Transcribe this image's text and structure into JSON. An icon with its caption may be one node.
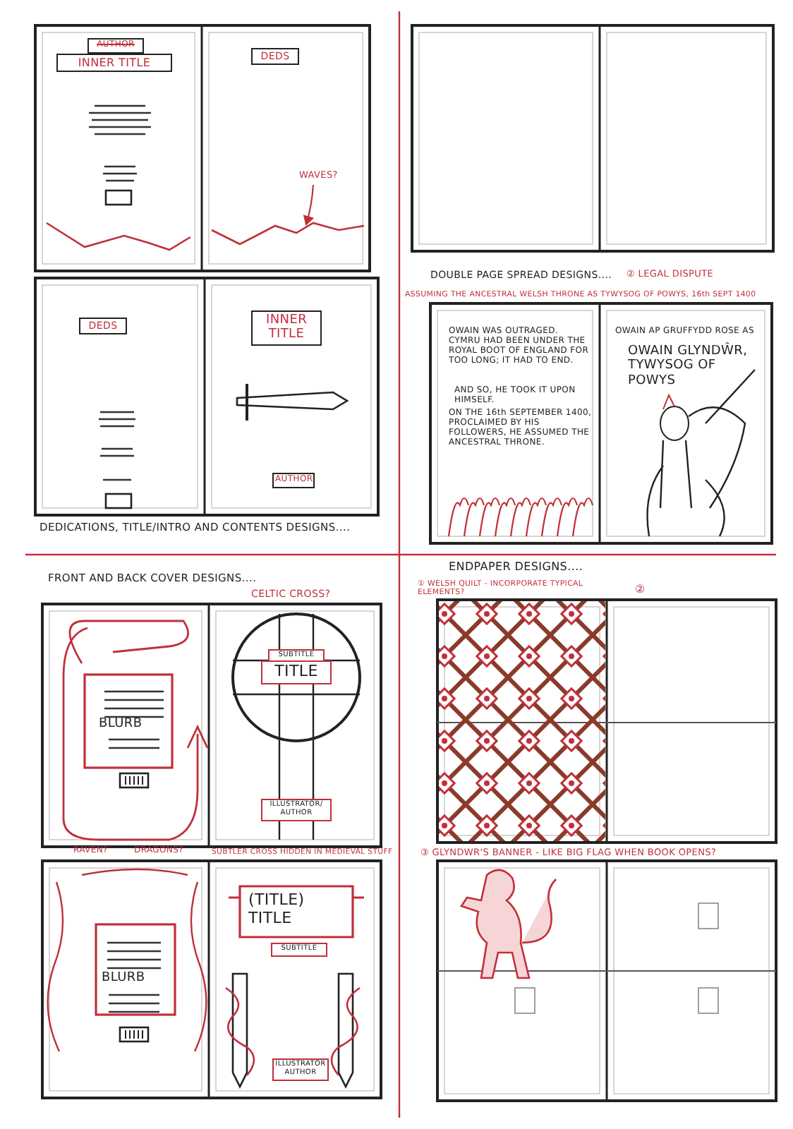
{
  "diagram": {
    "nodes": [
      {
        "text": [
          "WAVES?"
        ]
      },
      {
        "text": [],
        "shape": "wave"
      }
    ],
    "edges": [
      {
        "from": 0,
        "to": 1,
        "arrow": "to"
      }
    ],
    "labels": [
      "AUTHOR",
      "INNER TITLE",
      "DEDS",
      "DEDS",
      "INNER TITLE",
      "AUTHOR",
      "DEDICATIONS, TITLE/INTRO AND CONTENTS DESIGNS....",
      "DOUBLE PAGE SPREAD DESIGNS....",
      "② LEGAL DISPUTE",
      "ASSUMING THE ANCESTRAL WELSH THRONE AS TYWYSOG OF POWYS, 16th SEPT 1400",
      "OWAIN WAS OUTRAGED. CYMRU HAD BEEN UNDER THE ROYAL BOOT OF ENGLAND FOR TOO LONG; IT HAD TO END.",
      "AND SO, HE TOOK IT UPON HIMSELF.",
      "ON THE 16th SEPTEMBER 1400, PROCLAIMED BY HIS FOLLOWERS, HE ASSUMED THE ANCESTRAL THRONE.",
      "OWAIN AP GRUFFYDD ROSE AS",
      "OWAIN GLYNDŴR, TYWYSOG OF POWYS",
      "FRONT AND BACK COVER DESIGNS....",
      "CELTIC CROSS?",
      "BLURB",
      "SUBTITLE",
      "TITLE",
      "ILLUSTRATOR/ AUTHOR",
      "RAVEN?",
      "DRAGONS?",
      "SUBTLER CROSS HIDDEN IN MEDIEVAL STUFF",
      "BLURB",
      "(TITLE) TITLE",
      "SUBTITLE",
      "ILLUSTRATOR AUTHOR",
      "ENDPAPER DESIGNS....",
      "① WELSH QUILT - INCORPORATE TYPICAL ELEMENTS?",
      "②",
      "③ GLYNDWR'S BANNER - LIKE BIG FLAG WHEN BOOK OPENS?"
    ]
  }
}
